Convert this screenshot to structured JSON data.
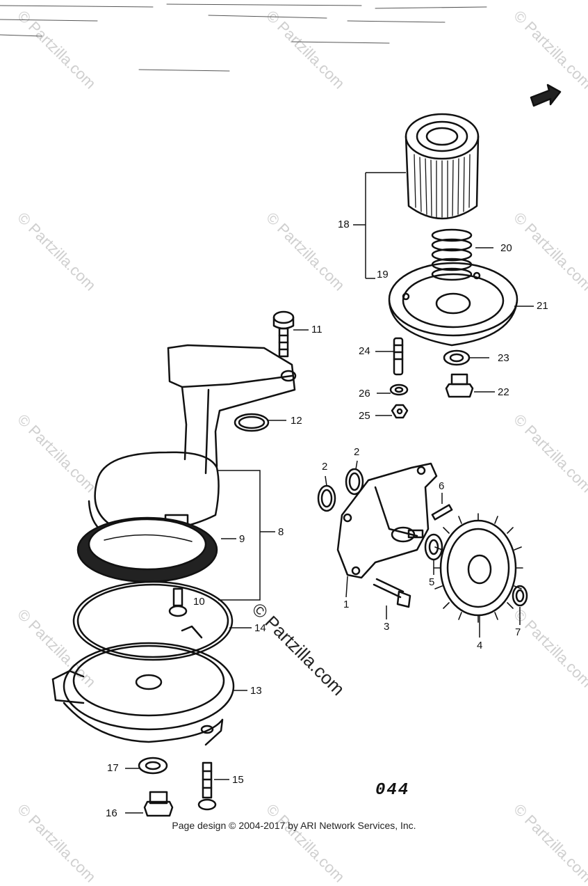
{
  "watermark_text": "© Partzilla.com",
  "center_watermark": "© Partzilla.com",
  "diagram_code": "044",
  "footer": "Page design © 2004-2017 by ARI Network Services, Inc.",
  "callouts": [
    {
      "id": "18",
      "text": "18"
    },
    {
      "id": "19",
      "text": "19"
    },
    {
      "id": "20",
      "text": "20"
    },
    {
      "id": "21",
      "text": "21"
    },
    {
      "id": "22",
      "text": "22"
    },
    {
      "id": "23",
      "text": "23"
    },
    {
      "id": "24",
      "text": "24"
    },
    {
      "id": "25",
      "text": "25"
    },
    {
      "id": "26",
      "text": "26"
    },
    {
      "id": "11",
      "text": "11"
    },
    {
      "id": "12",
      "text": "12"
    },
    {
      "id": "8",
      "text": "8"
    },
    {
      "id": "9",
      "text": "9"
    },
    {
      "id": "10",
      "text": "10"
    },
    {
      "id": "14",
      "text": "14"
    },
    {
      "id": "13",
      "text": "13"
    },
    {
      "id": "15",
      "text": "15"
    },
    {
      "id": "16",
      "text": "16"
    },
    {
      "id": "17",
      "text": "17"
    },
    {
      "id": "1",
      "text": "1"
    },
    {
      "id": "2a",
      "text": "2"
    },
    {
      "id": "2b",
      "text": "2"
    },
    {
      "id": "3",
      "text": "3"
    },
    {
      "id": "4",
      "text": "4"
    },
    {
      "id": "5",
      "text": "5"
    },
    {
      "id": "6",
      "text": "6"
    },
    {
      "id": "7",
      "text": "7"
    }
  ],
  "direction_arrow_icon": "front-arrow-icon"
}
